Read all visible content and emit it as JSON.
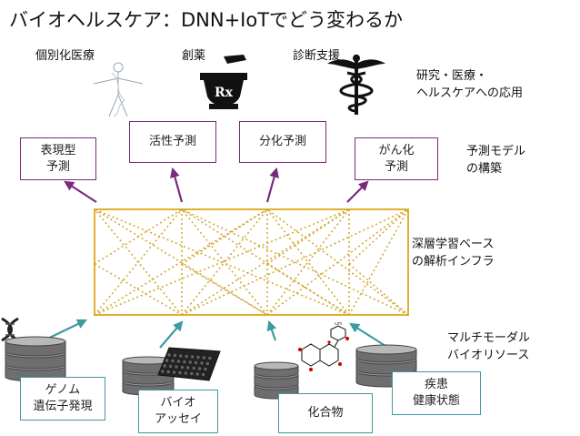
{
  "title": "バイオヘルスケア：DNN+IoTでどう変わるか",
  "top_labels": {
    "personalized": "個別化医療",
    "drug": "創薬",
    "diagnosis": "診断支援"
  },
  "rx_symbol": "Rx",
  "side_labels": {
    "research": "研究・医療・\nヘルスケアへの応用",
    "prediction_model": "予測モデル\nの構築",
    "deep_learning": "深層学習ベース\nの解析インフラ",
    "multimodal": "マルチモーダル\nバイオリソース"
  },
  "prediction_boxes": {
    "phenotype": "表現型\n予測",
    "activity": "活性予測",
    "classification": "分化予測",
    "cancer": "がん化\n予測"
  },
  "input_boxes": {
    "genome": "ゲノム\n遺伝子発現",
    "bioassay": "バイオ\nアッセイ",
    "compound": "化合物",
    "disease": "疾患\n健康状態"
  },
  "molecule_oh": "OH",
  "colors": {
    "purple_border": "#7a2a7a",
    "teal": "#3d9a9e",
    "gold": "#e0b030"
  },
  "icons": [
    "dna-icon",
    "database-icon",
    "microplate-icon",
    "molecule-icon",
    "caduceus-icon",
    "mortar-pestle-icon",
    "human-figure-icon"
  ]
}
